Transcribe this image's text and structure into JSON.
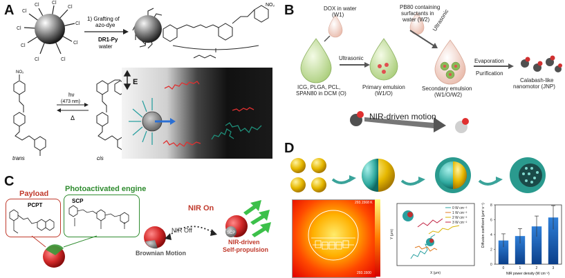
{
  "panels": {
    "A": {
      "letter": "A",
      "step1_line1": "1) Grafting of",
      "step1_line2": "azo-dye",
      "reagent": "DR1-Py",
      "solvent": "water",
      "light": "hν",
      "wavelength": "(473 nm)",
      "heat": "Δ",
      "trans": "trans",
      "cis": "cis",
      "field": "E",
      "cl": "Cl",
      "no2": "NO₂"
    },
    "B": {
      "letter": "B",
      "w1_label": "DOX in water\n(W1)",
      "w1_line1": "DOX in water",
      "w1_line2": "(W1)",
      "w2_line1": "PB80 containing",
      "w2_line2": "surfactants in",
      "w2_line3": "water (W2)",
      "ultrasonic_top": "Ultrasonic",
      "o_line1": "ICG, PLGA, PCL,",
      "o_line2": "SPAN80 in DCM (O)",
      "ultrasonic_mid": "Ultrasonic",
      "primary_line1": "Primary emulsion",
      "primary_line2": "(W1/O)",
      "secondary_line1": "Secondary emulsion",
      "secondary_line2": "(W1/O/W2)",
      "evaporation": "Evaporation",
      "purification": "Purification",
      "jnp_line1": "Calabash-like",
      "jnp_line2": "nanomotor (JNP)",
      "nir_motion": "NIR-driven motion"
    },
    "C": {
      "letter": "C",
      "payload": "Payload",
      "engine": "Photoactivated engine",
      "pcpt": "PCPT",
      "scp": "SCP",
      "nir_off": "NIR Off",
      "nir_on": "NIR On",
      "brownian": "Brownian Motion",
      "selfprop_line1": "NIR-driven",
      "selfprop_line2": "Self-propulsion",
      "colors": {
        "payload": "#c0392b",
        "engine": "#2e8b2e"
      }
    },
    "D": {
      "letter": "D",
      "heatmap_top": "293.1568 K",
      "heatmap_bottom": "293.1500",
      "traj_ylabel": "Y (μm)",
      "traj_xlabel": "X (μm)",
      "legend": [
        "0 W cm⁻²",
        "1 W cm⁻²",
        "2 W cm⁻²",
        "3 W cm⁻²"
      ],
      "bar_ylabel": "Diffusion coefficient (μm² s⁻¹)",
      "bar_xlabel": "NIR power density (W cm⁻²)"
    }
  },
  "chart_data": {
    "type": "bar",
    "categories": [
      "0",
      "1",
      "2",
      "3"
    ],
    "values": [
      3.2,
      3.8,
      5.1,
      6.3
    ],
    "errors": [
      0.9,
      1.0,
      1.4,
      1.6
    ],
    "xlabel": "NIR power density (W cm⁻²)",
    "ylabel": "Diffusion coefficient (μm² s⁻¹)",
    "ylim": [
      0,
      8
    ],
    "yticks": [
      0,
      2,
      4,
      6,
      8
    ]
  }
}
